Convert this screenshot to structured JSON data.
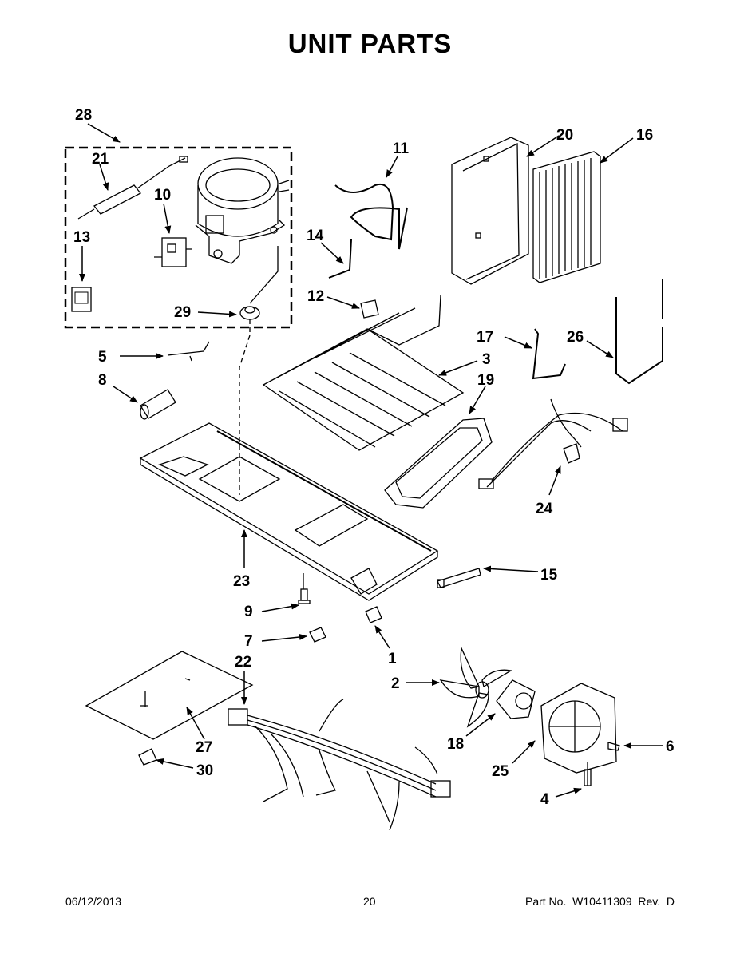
{
  "title": "UNIT PARTS",
  "footer": {
    "date": "06/12/2013",
    "page": "20",
    "part": "Part No.  W10411309  Rev.  D"
  },
  "callouts": [
    "28",
    "21",
    "10",
    "13",
    "29",
    "11",
    "14",
    "12",
    "20",
    "16",
    "5",
    "8",
    "3",
    "17",
    "26",
    "19",
    "24",
    "23",
    "15",
    "9",
    "7",
    "1",
    "22",
    "2",
    "18",
    "6",
    "27",
    "25",
    "30",
    "4"
  ]
}
